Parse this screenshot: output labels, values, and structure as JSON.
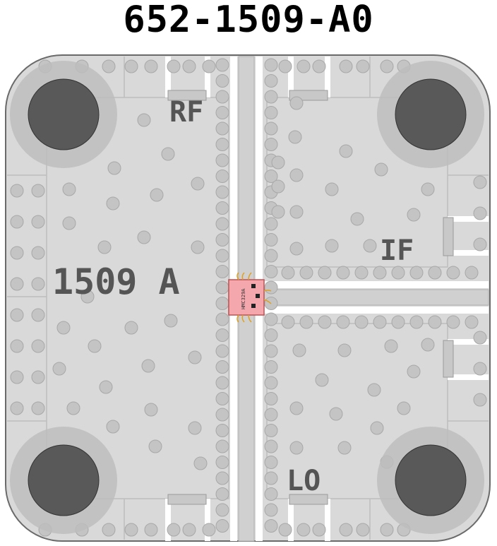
{
  "title": "652-1509-A0",
  "labels": {
    "board_id": "1509 A",
    "rf": "RF",
    "if": "IF",
    "lo": "LO",
    "chip": "HMC329A"
  },
  "colors": {
    "board": "#d6d6d6",
    "via": "#c2c2c2",
    "hole": "#5a5a5a",
    "hole_ring": "#b5b5b5",
    "chip": "#f4a7ad",
    "bond": "#e0a020"
  }
}
